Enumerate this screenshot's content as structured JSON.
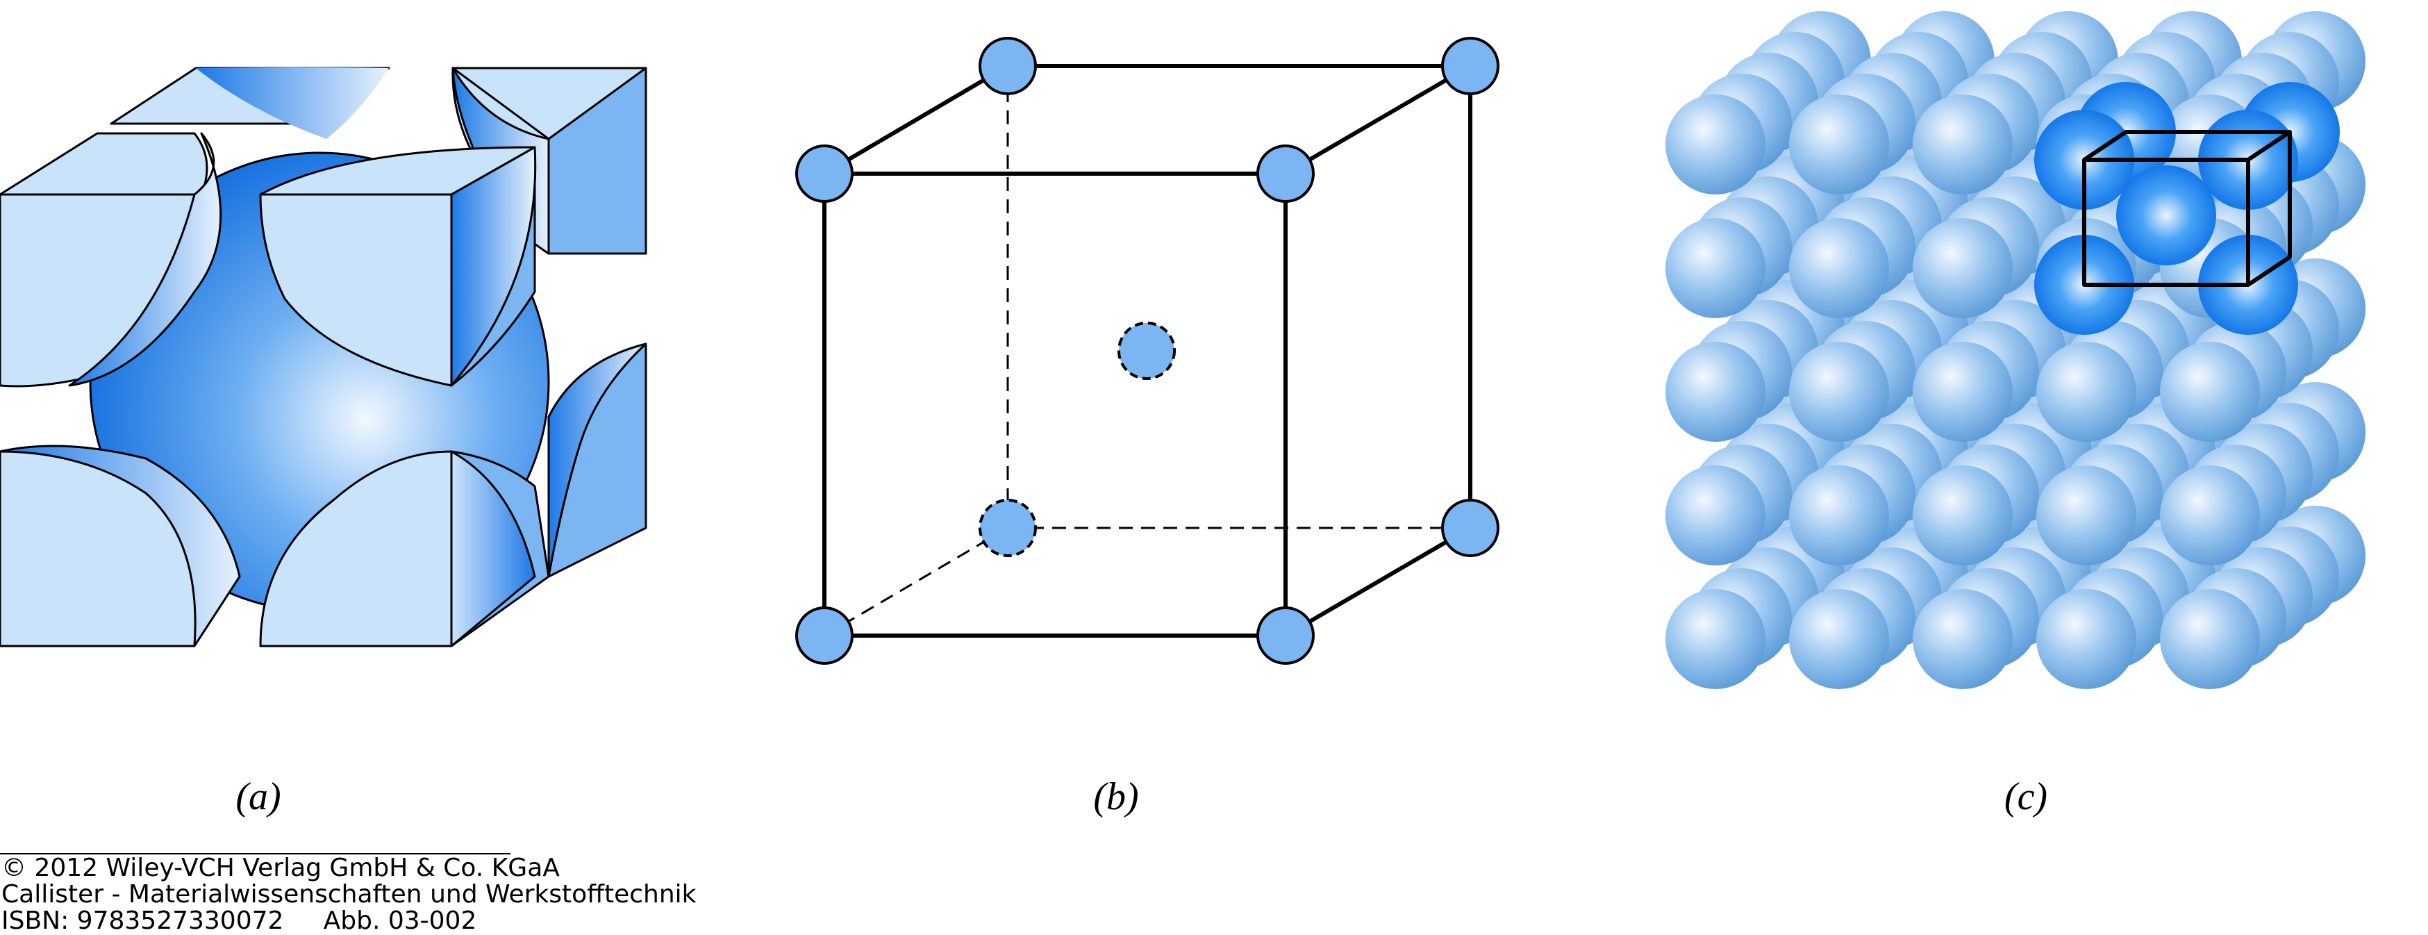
{
  "panels": [
    {
      "id": "a",
      "label": "(a)"
    },
    {
      "id": "b",
      "label": "(b)"
    },
    {
      "id": "c",
      "label": "(c)"
    }
  ],
  "credits": {
    "line1": "© 2012 Wiley-VCH Verlag GmbH & Co. KGaA",
    "line2": "Callister - Materialwissenschaften und Werkstofftechnik",
    "line3": "ISBN: 9783527330072     Abb. 03-002"
  },
  "colors": {
    "atom_light": "#cfe5fb",
    "atom_mid": "#7cb6f2",
    "atom_dark": "#1a78e6",
    "cut_face": "#c9e3fb",
    "edge": "#000000"
  },
  "lattice_grid": {
    "columns": 5,
    "rows": 5,
    "layers": 5
  }
}
